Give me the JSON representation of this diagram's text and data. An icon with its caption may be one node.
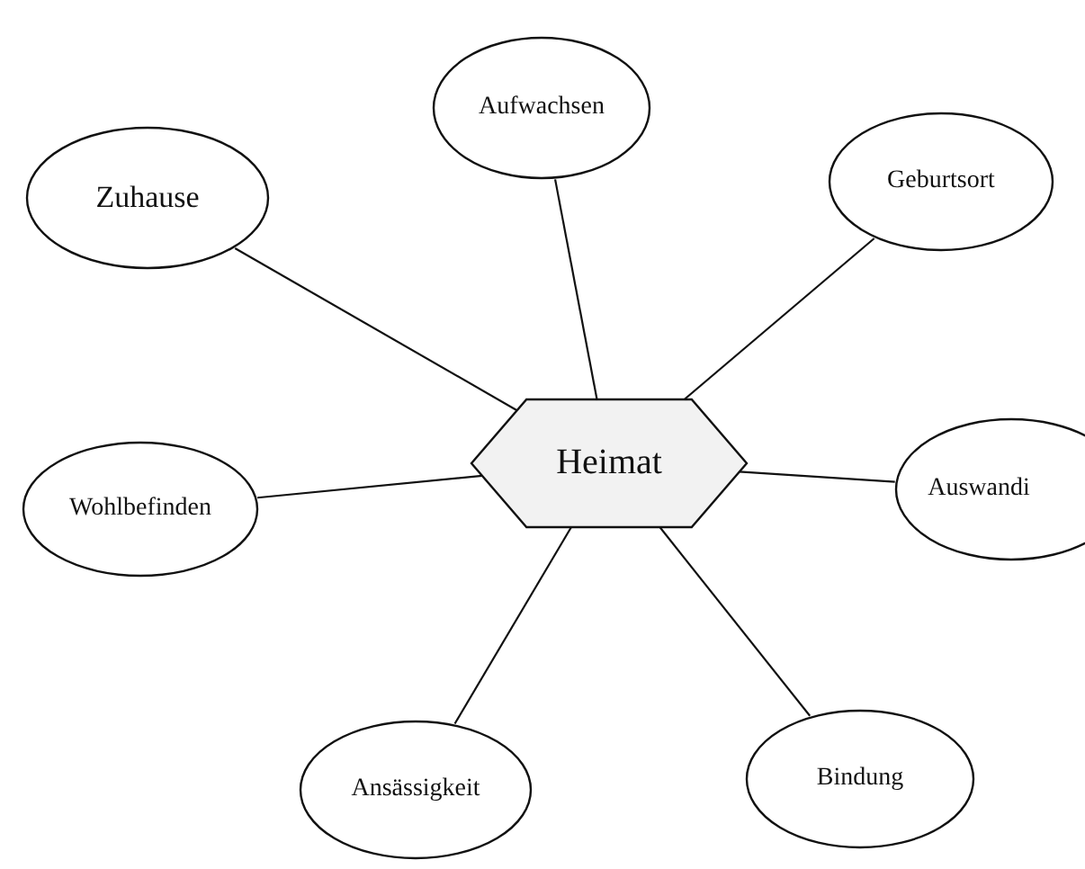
{
  "diagram": {
    "nodes": [
      {
        "text": [
          "Heimat"
        ]
      },
      {
        "text": [
          "Aufwachsen"
        ]
      },
      {
        "text": [
          "Zuhause"
        ]
      },
      {
        "text": [
          "Geburtsort"
        ]
      },
      {
        "text": [
          "Wohlbefinden"
        ]
      },
      {
        "text": [
          "Auswandi"
        ]
      },
      {
        "text": [
          "Ansässigkeit"
        ]
      },
      {
        "text": [
          "Bindung"
        ]
      }
    ],
    "edges": [
      {
        "from": 0,
        "to": 1,
        "arrow": "none"
      },
      {
        "from": 0,
        "to": 2,
        "arrow": "none"
      },
      {
        "from": 0,
        "to": 3,
        "arrow": "none"
      },
      {
        "from": 0,
        "to": 4,
        "arrow": "none"
      },
      {
        "from": 0,
        "to": 5,
        "arrow": "none"
      },
      {
        "from": 0,
        "to": 6,
        "arrow": "none"
      },
      {
        "from": 0,
        "to": 7,
        "arrow": "none"
      }
    ]
  }
}
